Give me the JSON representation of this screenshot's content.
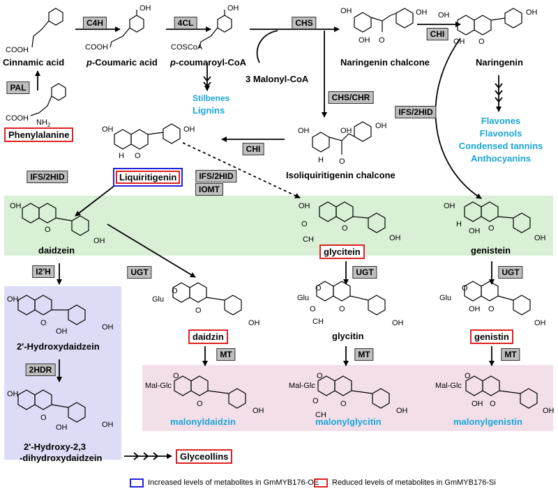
{
  "compounds": {
    "cinnamic_acid": "Cinnamic acid",
    "p_coumaric_prefix": "p",
    "p_coumaric_rest": "-Coumaric acid",
    "p_coumaroyl_prefix": "p",
    "p_coumaroyl_rest": "-coumaroyl-CoA",
    "malonyl_coa": "3 Malonyl-CoA",
    "naringenin_chalcone": "Naringenin chalcone",
    "naringenin": "Naringenin",
    "phenylalanine": "Phenylalanine",
    "liquiritigenin": "Liquiritigenin",
    "isoliquiritigenin_chalcone": "Isoliquiritigenin chalcone",
    "daidzein": "daidzein",
    "glycitein": "glycitein",
    "genistein": "genistein",
    "daidzin": "daidzin",
    "glycitin": "glycitin",
    "genistin": "genistin",
    "hydroxydaidzein": "2'-Hydroxydaidzein",
    "dihydroxydaidzein_line1": "2'-Hydroxy-2,3",
    "dihydroxydaidzein_line2": "-dihydroxydaidzein",
    "glyceollins": "Glyceollins"
  },
  "products": {
    "stilbenes": "Stilbenes",
    "lignins": "Lignins",
    "flavones": "Flavones",
    "flavonols": "Flavonols",
    "condensed_tannins": "Condensed tannins",
    "anthocyanins": "Anthocyanins",
    "malonyldaidzin": "malonyldaidzin",
    "malonylglycitin": "malonylglycitin",
    "malonylgenistin": "malonylgenistin"
  },
  "enzymes": {
    "c4h": "C4H",
    "fourcl": "4CL",
    "chs": "CHS",
    "chi_top": "CHI",
    "pal": "PAL",
    "chs_chr": "CHS/CHR",
    "ifs2hid_right": "IFS/2HID",
    "chi_mid": "CHI",
    "ifs2hid_left": "IFS/2HID",
    "ifs2hid_center": "IFS/2HID",
    "iomt": "IOMT",
    "i2h": "I2'H",
    "ugt_left": "UGT",
    "ugt_mid": "UGT",
    "ugt_right": "UGT",
    "twohdr": "2HDR",
    "mt_left": "MT",
    "mt_mid": "MT",
    "mt_right": "MT"
  },
  "structure_text": {
    "oh": "OH",
    "cooh": "COOH",
    "coscoa": "COSCoA",
    "nh2": "NH",
    "nh2_sub": "2",
    "glu_o": "Glu",
    "malglc_o": "Mal-Glc",
    "o": "O",
    "h": "H",
    "ch3": "CH"
  },
  "legend": {
    "blue_text": "Increased levels of metabolites in GmMYB176-OE",
    "red_text": "Reduced levels of metabolites in GmMYB176-Si",
    "blue_color": "#2020e0",
    "red_color": "#e02020"
  },
  "colors": {
    "product_cyan": "#19a6d6",
    "enzyme_box": "#bfbfbf",
    "isoflavone_band": "#d9f0d6",
    "glyceollin_band": "#dcdcf7",
    "malonyl_band": "#f3dfe9"
  }
}
